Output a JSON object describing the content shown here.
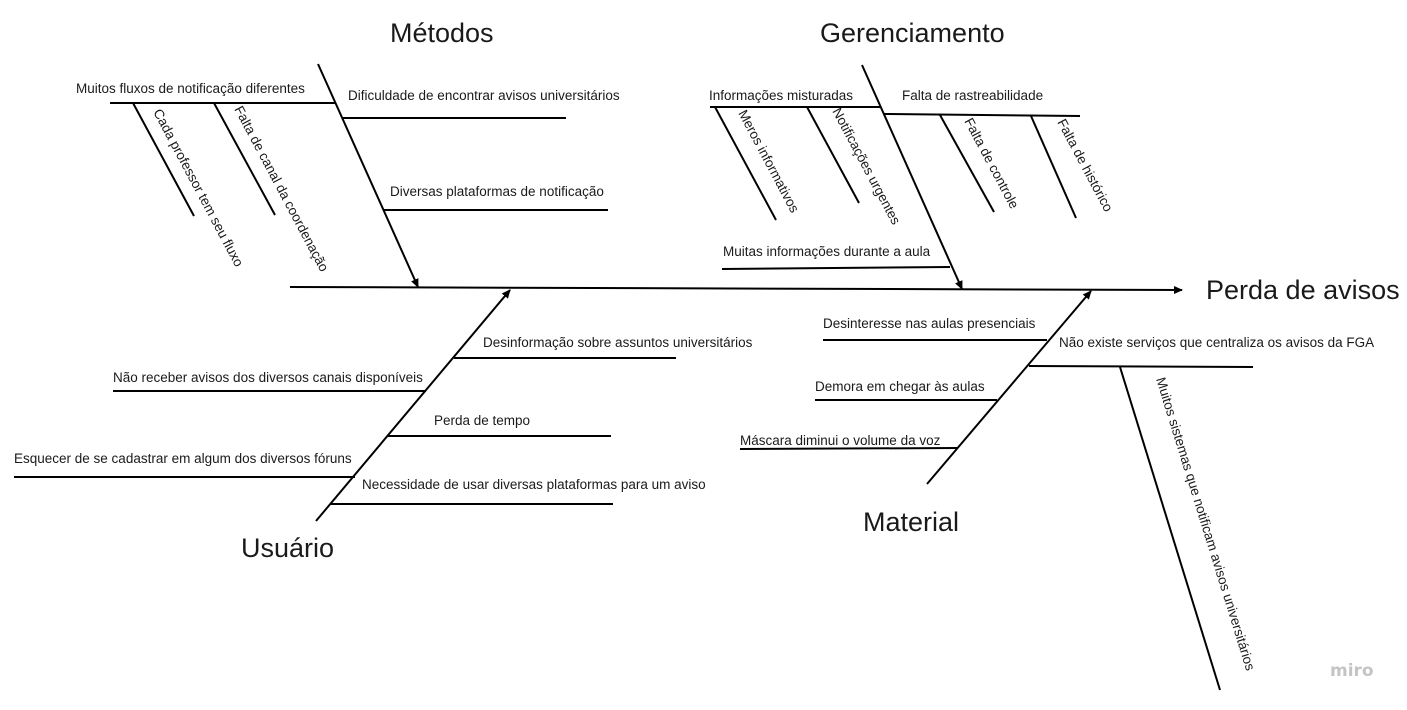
{
  "diagram": {
    "effect": "Perda de avisos",
    "categories": {
      "metodos": {
        "title": "Métodos",
        "causes": {
          "muitos_fluxos": "Muitos fluxos de notificação diferentes",
          "cada_professor": "Cada professor tem seu fluxo",
          "falta_canal": "Falta de canal da coordenação",
          "dificuldade": "Dificuldade de encontrar avisos universitários",
          "diversas_plataformas": "Diversas plataformas de notificação"
        }
      },
      "gerenciamento": {
        "title": "Gerenciamento",
        "causes": {
          "info_misturadas": "Informações misturadas",
          "meros_informativos": "Meros informativos",
          "notificacoes_urgentes": "Notificações urgentes",
          "falta_rastreabilidade": "Falta de rastreabilidade",
          "falta_controle": "Falta de controle",
          "falta_historico": "Falta de histórico",
          "muitas_informacoes": "Muitas informações durante a aula"
        }
      },
      "usuario": {
        "title": "Usuário",
        "causes": {
          "desinformacao": "Desinformação sobre assuntos universitários",
          "nao_receber": "Não receber avisos dos diversos canais disponíveis",
          "perda_tempo": "Perda de tempo",
          "esquecer": "Esquecer de se cadastrar em algum dos diversos fóruns",
          "necessidade": "Necessidade de usar diversas plataformas para um aviso"
        }
      },
      "material": {
        "title": "Material",
        "causes": {
          "desinteresse": "Desinteresse nas aulas presenciais",
          "demora": "Demora em chegar às aulas",
          "mascara": "Máscara diminui o volume da voz",
          "nao_existe": "Não existe serviços que centraliza os avisos da FGA",
          "muitos_sistemas": "Muitos sistemas que notificam avisos universitários"
        }
      }
    }
  },
  "watermark": "miro"
}
